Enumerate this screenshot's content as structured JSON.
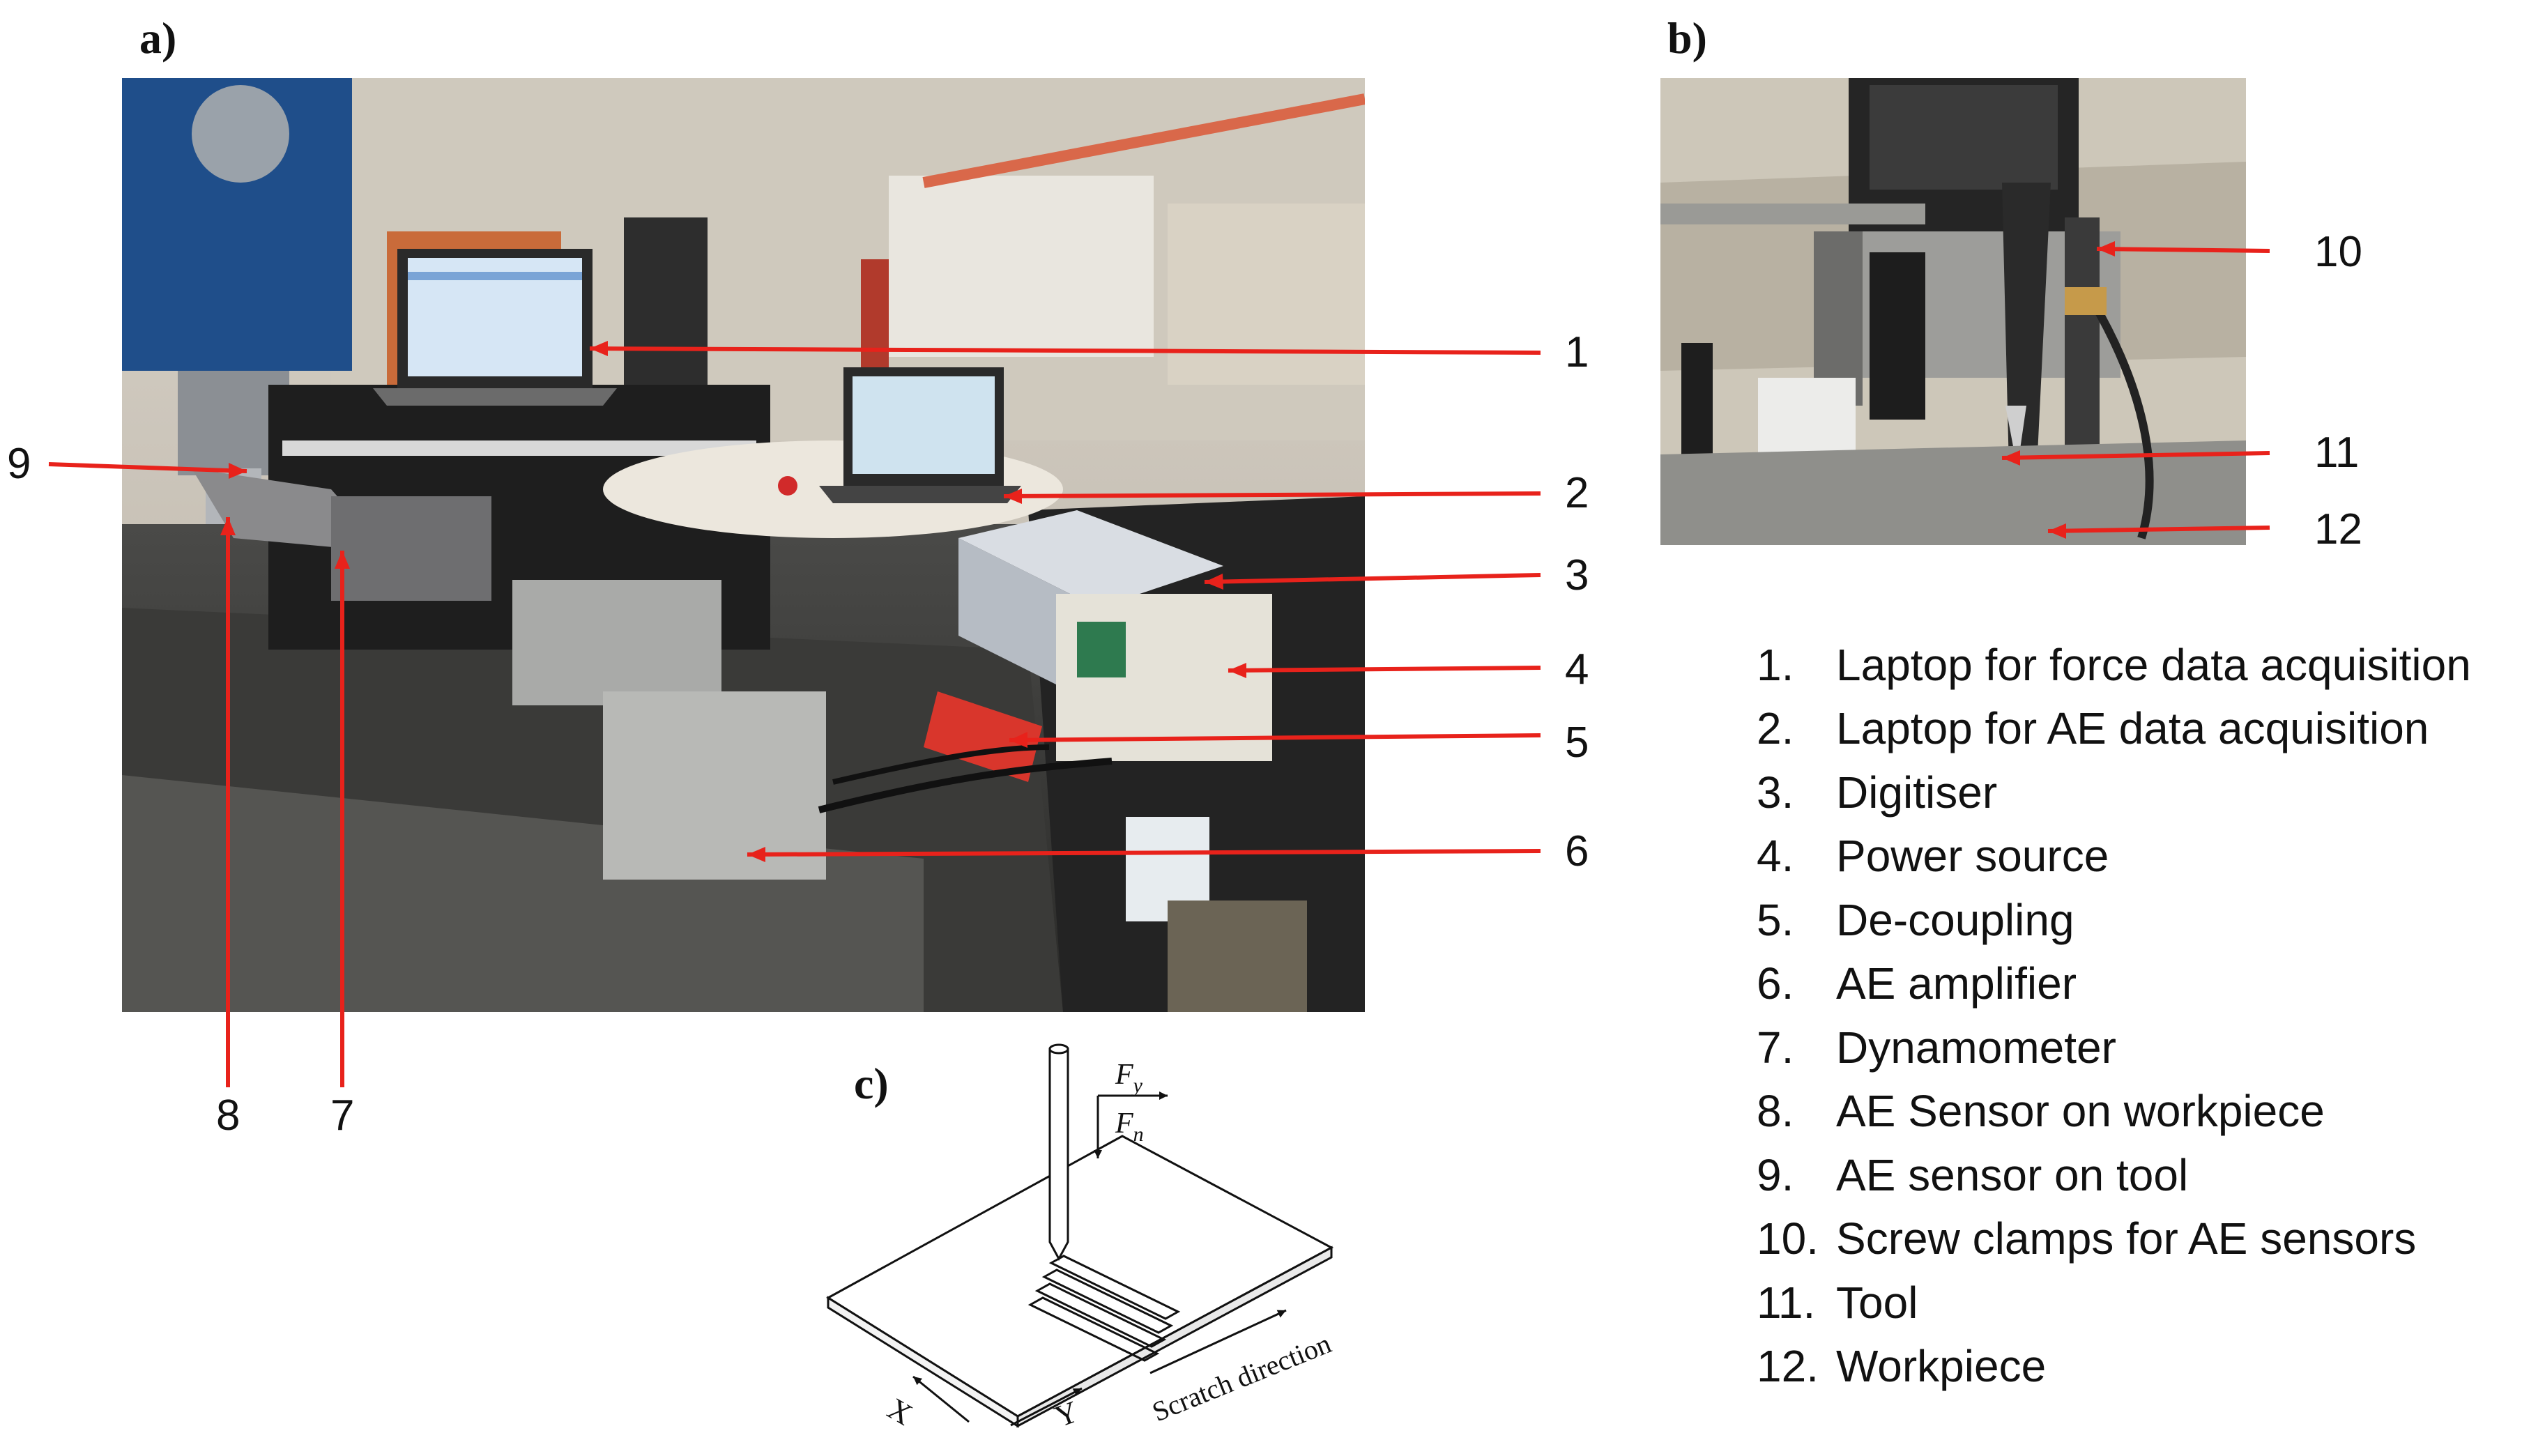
{
  "panels": {
    "a": "a)",
    "b": "b)",
    "c": "c)"
  },
  "callouts": {
    "n1": "1",
    "n2": "2",
    "n3": "3",
    "n4": "4",
    "n5": "5",
    "n6": "6",
    "n7": "7",
    "n8": "8",
    "n9": "9",
    "n10": "10",
    "n11": "11",
    "n12": "12"
  },
  "legend": [
    {
      "num": "1.",
      "text": "Laptop for force data acquisition"
    },
    {
      "num": "2.",
      "text": "Laptop for AE data acquisition"
    },
    {
      "num": "3.",
      "text": "Digitiser"
    },
    {
      "num": "4.",
      "text": "Power source"
    },
    {
      "num": "5.",
      "text": "De-coupling"
    },
    {
      "num": "6.",
      "text": "AE amplifier"
    },
    {
      "num": "7.",
      "text": "Dynamometer"
    },
    {
      "num": "8.",
      "text": "AE Sensor on workpiece"
    },
    {
      "num": "9.",
      "text": "AE sensor on tool"
    },
    {
      "num": "10.",
      "text": "Screw clamps for AE sensors"
    },
    {
      "num": "11.",
      "text": "Tool"
    },
    {
      "num": "12.",
      "text": "Workpiece"
    }
  ],
  "schematic": {
    "force_y": "F",
    "force_y_sub": "y",
    "force_n": "F",
    "force_n_sub": "n",
    "axis_x": "X",
    "axis_y": "Y",
    "scratch": "Scratch direction"
  },
  "colors": {
    "arrow": "#e8221b",
    "text": "#111111"
  }
}
